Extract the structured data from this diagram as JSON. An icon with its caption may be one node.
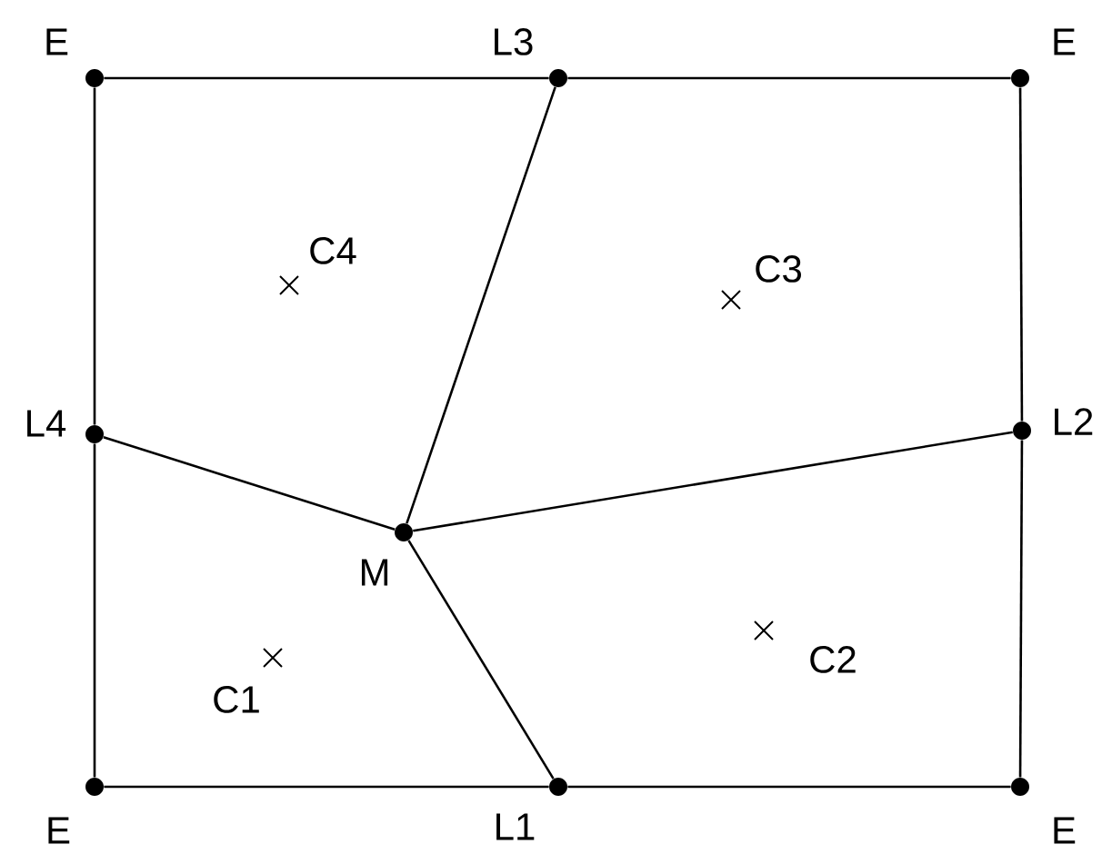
{
  "diagram": {
    "nodes": [
      {
        "text": [
          "E"
        ]
      },
      {
        "text": [
          "L3"
        ]
      },
      {
        "text": [
          "E"
        ]
      },
      {
        "text": [
          "L4"
        ]
      },
      {
        "text": [
          "L2"
        ]
      },
      {
        "text": [
          "M"
        ]
      },
      {
        "text": [
          "E"
        ]
      },
      {
        "text": [
          "L1"
        ]
      },
      {
        "text": [
          "E"
        ]
      }
    ],
    "edges": [
      {
        "from": 0,
        "to": 1,
        "arrow": "none"
      },
      {
        "from": 1,
        "to": 2,
        "arrow": "none"
      },
      {
        "from": 2,
        "to": 4,
        "arrow": "none"
      },
      {
        "from": 4,
        "to": 8,
        "arrow": "none"
      },
      {
        "from": 8,
        "to": 7,
        "arrow": "none"
      },
      {
        "from": 7,
        "to": 6,
        "arrow": "none"
      },
      {
        "from": 6,
        "to": 3,
        "arrow": "none"
      },
      {
        "from": 3,
        "to": 0,
        "arrow": "none"
      },
      {
        "from": 5,
        "to": 1,
        "arrow": "none"
      },
      {
        "from": 5,
        "to": 3,
        "arrow": "none"
      },
      {
        "from": 5,
        "to": 4,
        "arrow": "none"
      },
      {
        "from": 5,
        "to": 7,
        "arrow": "none"
      }
    ],
    "labels": [
      "C4",
      "C3",
      "C1",
      "C2"
    ]
  }
}
